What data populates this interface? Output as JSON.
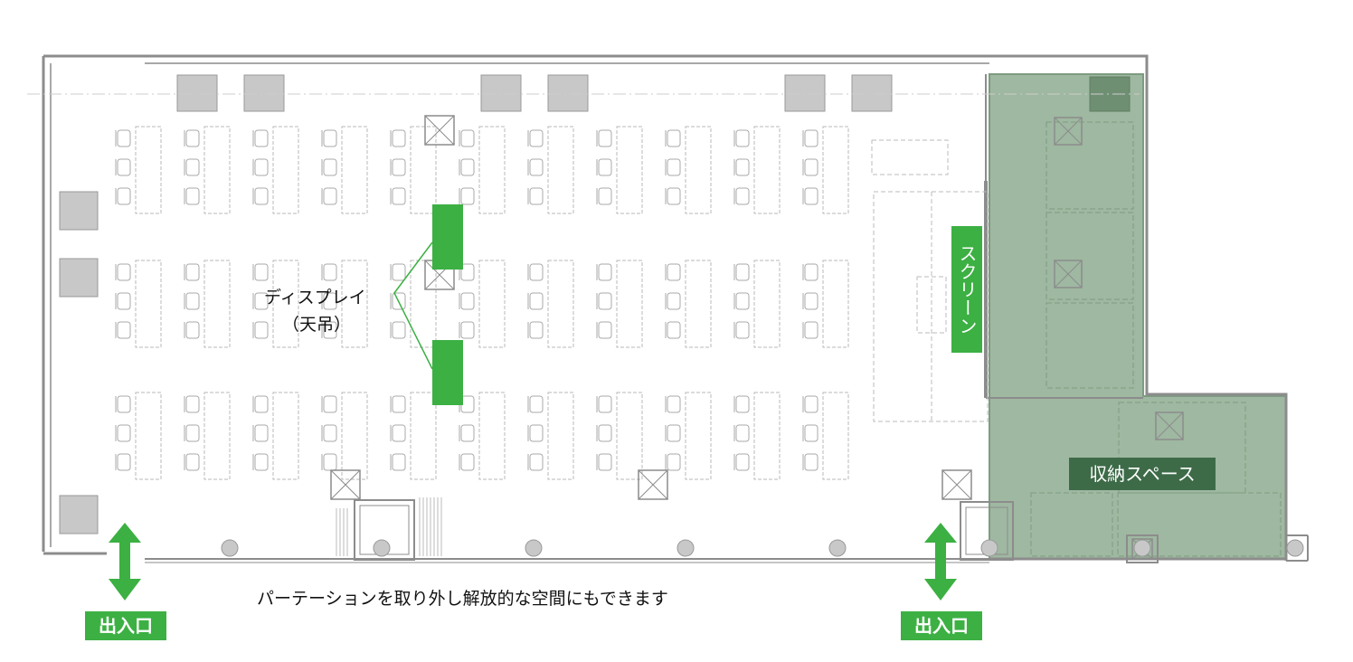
{
  "labels": {
    "display": "ディスプレイ",
    "display_sub": "（天吊）",
    "screen": "スクリーン",
    "storage": "収納スペース",
    "partition_note": "パーテーションを取り外し解放的な空間にもできます",
    "entrance_left": "出入口",
    "entrance_right": "出入口"
  },
  "colors": {
    "accent_green": "#3cb043",
    "storage_fill": "#9fb8a1",
    "storage_tag": "#3d6b48",
    "wall": "#8c8c8c",
    "furniture": "#a9a9a9",
    "column": "#c8c8c8"
  },
  "icons": [
    "double-arrow-icon",
    "x-box-icon",
    "column-circle-icon"
  ]
}
